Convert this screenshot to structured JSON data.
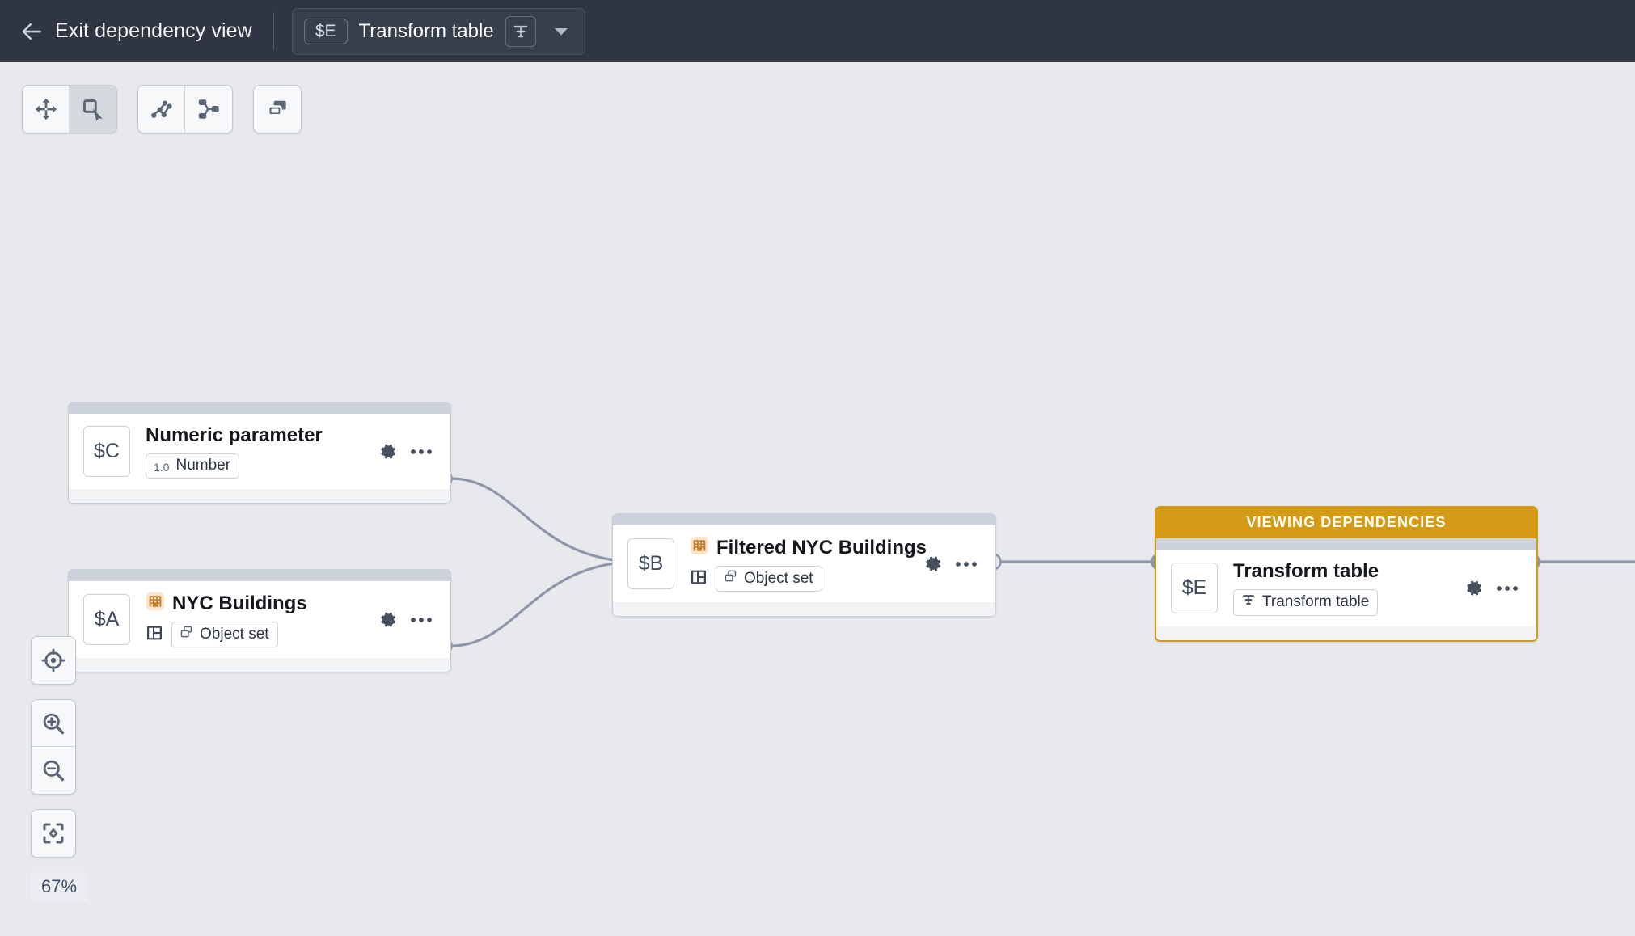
{
  "topbar": {
    "back_icon": "arrow-left-icon",
    "exit_label": "Exit dependency view",
    "node_chip": {
      "variable": "$E",
      "title": "Transform table",
      "type_icon": "transform-table-icon",
      "caret_icon": "chevron-down-icon"
    }
  },
  "toolbar": {
    "groups": [
      {
        "buttons": [
          {
            "name": "pan-tool",
            "icon": "move-arrows-icon",
            "active": false
          },
          {
            "name": "select-tool",
            "icon": "marquee-select-icon",
            "active": true
          }
        ]
      },
      {
        "buttons": [
          {
            "name": "graph-layout",
            "icon": "graph-nodes-icon",
            "active": false
          },
          {
            "name": "tree-layout",
            "icon": "hierarchy-icon",
            "active": false
          }
        ]
      },
      {
        "buttons": [
          {
            "name": "duplicate-view",
            "icon": "layers-icon",
            "active": false
          }
        ]
      }
    ]
  },
  "zoom_controls": {
    "recenter_icon": "crosshair-target-icon",
    "zoom_in_icon": "magnifier-plus-icon",
    "zoom_out_icon": "magnifier-minus-icon",
    "fit_icon": "fit-to-screen-icon",
    "zoom_level": "67%"
  },
  "accent_colors": {
    "viewing_dependencies": "#d49b16",
    "object_set_icon": "#c87f2b",
    "topbar_bg": "#2f3542",
    "canvas_bg": "#e7e9ec"
  },
  "graph": {
    "nodes": [
      {
        "id": "C",
        "variable": "$C",
        "title": "Numeric parameter",
        "type_chip_lead": "1.0",
        "type_chip_label": "Number",
        "has_entity_icon": false,
        "has_table_icon": false,
        "chip_icon": "",
        "highlighted": false,
        "banner": ""
      },
      {
        "id": "A",
        "variable": "$A",
        "title": "NYC Buildings",
        "type_chip_lead": "",
        "type_chip_label": "Object set",
        "has_entity_icon": true,
        "has_table_icon": true,
        "chip_icon": "copy-icon",
        "highlighted": false,
        "banner": ""
      },
      {
        "id": "B",
        "variable": "$B",
        "title": "Filtered NYC Buildings",
        "type_chip_lead": "",
        "type_chip_label": "Object set",
        "has_entity_icon": true,
        "has_table_icon": true,
        "chip_icon": "copy-icon",
        "highlighted": false,
        "banner": ""
      },
      {
        "id": "E",
        "variable": "$E",
        "title": "Transform table",
        "type_chip_lead": "",
        "type_chip_label": "Transform table",
        "has_entity_icon": false,
        "has_table_icon": false,
        "chip_icon": "transform-table-icon",
        "highlighted": true,
        "banner": "VIEWING DEPENDENCIES"
      }
    ],
    "node_action_icons": {
      "settings": "gear-icon",
      "more": "ellipsis-icon"
    },
    "edges": [
      {
        "from": "C",
        "to": "B"
      },
      {
        "from": "A",
        "to": "B"
      },
      {
        "from": "B",
        "to": "E"
      },
      {
        "from": "E",
        "to": "offscreen"
      }
    ]
  }
}
